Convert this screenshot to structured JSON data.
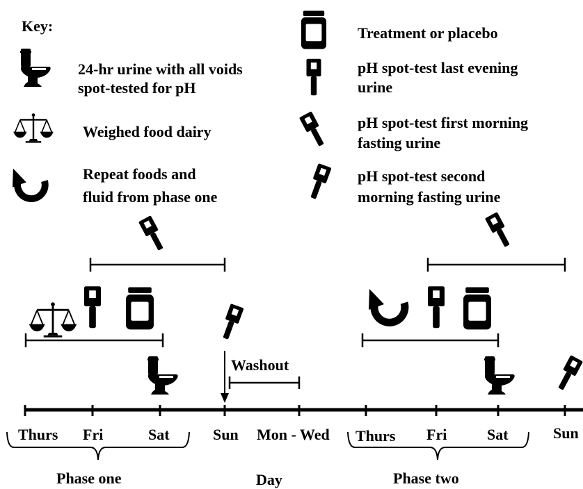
{
  "key": {
    "title": "Key:",
    "items": [
      {
        "icon": "toilet-icon",
        "label": [
          "24-hr urine with all voids",
          "spot-tested for pH"
        ]
      },
      {
        "icon": "scale-icon",
        "label": [
          "Weighed food dairy"
        ]
      },
      {
        "icon": "repeat-icon",
        "label": [
          "Repeat foods and",
          "fluid from phase one"
        ]
      },
      {
        "icon": "bottle-icon",
        "label": [
          "Treatment or placebo"
        ]
      },
      {
        "icon": "test-strip-icon",
        "label": [
          "pH spot-test last evening",
          "urine"
        ]
      },
      {
        "icon": "test-strip-tilted-icon",
        "label": [
          "pH spot-test first morning",
          "fasting urine"
        ]
      },
      {
        "icon": "test-strip-tilted-alt-icon",
        "label": [
          "pH spot-test second",
          "morning fasting urine"
        ]
      }
    ]
  },
  "timeline": {
    "days": [
      "Thurs",
      "Fri",
      "Sat",
      "Sun",
      "Mon - Wed",
      "Thurs",
      "Fri",
      "Sat",
      "Sun"
    ],
    "washout_label": "Washout",
    "phases": [
      "Phase one",
      "Phase two"
    ],
    "axis_label": "Day"
  },
  "colors": {
    "ink": "#000000",
    "background": "#ffffff"
  }
}
